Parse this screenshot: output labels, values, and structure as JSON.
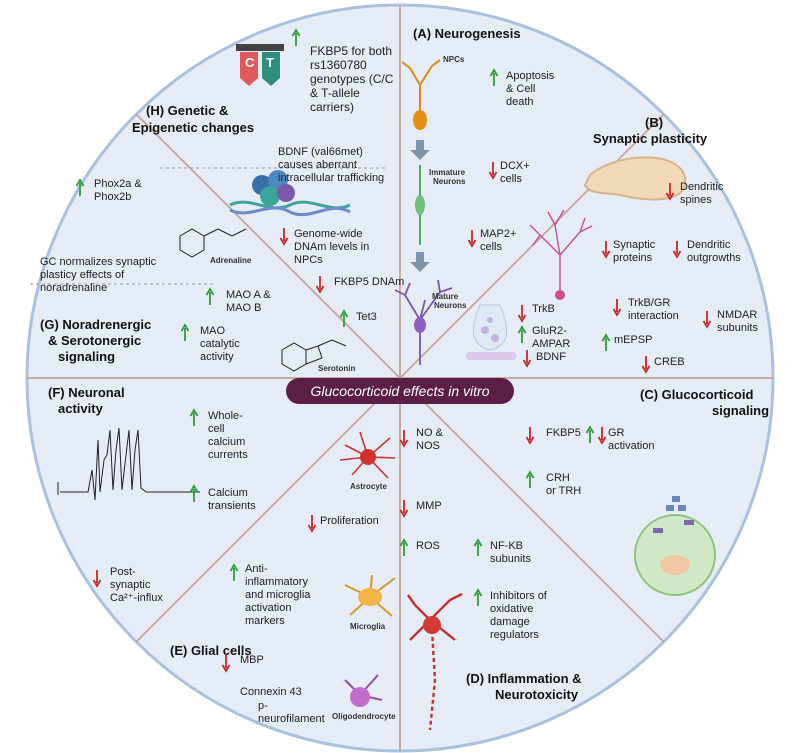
{
  "center": "Glucocorticoid effects in vitro",
  "colors": {
    "up": "#2e9e3a",
    "down": "#c62828",
    "bg": "#e6ecf6",
    "line": "#c8a9a0",
    "center": "#5b1f45"
  },
  "A": {
    "title": "(A) Neurogenesis",
    "npcs": "NPCs",
    "immature": [
      "Immature",
      "Neurons"
    ],
    "mature": [
      "Mature",
      "Neurons"
    ],
    "apoptosis": [
      "Apoptosis",
      "& Cell",
      "death"
    ],
    "dcx": [
      "DCX+",
      "cells"
    ],
    "map2": [
      "MAP2+",
      "cells"
    ]
  },
  "B": {
    "title": "(B)",
    "subtitle": "Synaptic plasticity",
    "spines": [
      "Dendritic",
      "spines"
    ],
    "synprot": [
      "Synaptic",
      "proteins"
    ],
    "outgrowths": [
      "Dendritic",
      "outgrowths"
    ],
    "trkb": "TrkB",
    "glur2": [
      "GluR2-",
      "AMPAR"
    ],
    "bdnf": "BDNF",
    "trkbgr": [
      "TrkB/GR",
      "interaction"
    ],
    "mepsp": "mEPSP",
    "nmdar": [
      "NMDAR",
      "subunits"
    ],
    "creb": "CREB"
  },
  "C": {
    "title": "(C) Glucocorticoid",
    "subtitle": "signaling",
    "fkbp5": "FKBP5",
    "gr": [
      "GR",
      "activation"
    ],
    "crh": [
      "CRH",
      "or TRH"
    ]
  },
  "D": {
    "title": "(D) Inflammation &",
    "subtitle": "Neurotoxicity",
    "no": [
      "NO &",
      "NOS"
    ],
    "mmp": "MMP",
    "ros": "ROS",
    "nfkb": [
      "NF-KB",
      "subunits"
    ],
    "inhib": [
      "Inhibitors of",
      "oxidative",
      "damage",
      "regulators"
    ]
  },
  "E": {
    "title": "(E) Glial cells",
    "mbp": "MBP",
    "connexin": "Connexin 43",
    "pneuro": [
      "p-",
      "neurofilament"
    ],
    "oligo": "Oligodendrocyte"
  },
  "Ex": {
    "astrocyte": "Astrocyte",
    "prolif": "Proliferation",
    "microglia": "Microglia",
    "antiinfl": [
      "Anti-",
      "inflammatory",
      "and microglia",
      "activation",
      "markers"
    ]
  },
  "F": {
    "title": "(F) Neuronal",
    "subtitle": "activity",
    "whole": [
      "Whole-",
      "cell",
      "calcium",
      "currents"
    ],
    "transients": [
      "Calcium",
      "transients"
    ],
    "post": [
      "Post-",
      "synaptic",
      "Ca²⁺-influx"
    ]
  },
  "G": {
    "title": "(G) Noradrenergic",
    "subtitle": "& Serotonergic",
    "sub2": "signaling",
    "phox": [
      "Phox2a &",
      "Phox2b"
    ],
    "gc": [
      "GC normalizes synaptic",
      "plasticy effects of",
      "noradrenaline"
    ],
    "adrenaline": "Adrenaline",
    "mao": [
      "MAO A &",
      "MAO B"
    ],
    "maocat": [
      "MAO",
      "catalytic",
      "activity"
    ],
    "serotonin": "Serotonin"
  },
  "H": {
    "title": "(H) Genetic &",
    "subtitle": "Epigenetic changes",
    "fkbp5": [
      "FKBP5 for both",
      "rs1360780",
      "genotypes (C/C",
      "& T-allele",
      "carriers)"
    ],
    "bdnf": [
      "BDNF (val66met)",
      "causes aberrant",
      "intracellular trafficking"
    ],
    "dnam": [
      "Genome-wide",
      "DNAm levels in",
      "NPCs"
    ],
    "fkbpd": "FKBP5 DNAm",
    "tet3": "Tet3",
    "c": "C",
    "tt": "T"
  }
}
